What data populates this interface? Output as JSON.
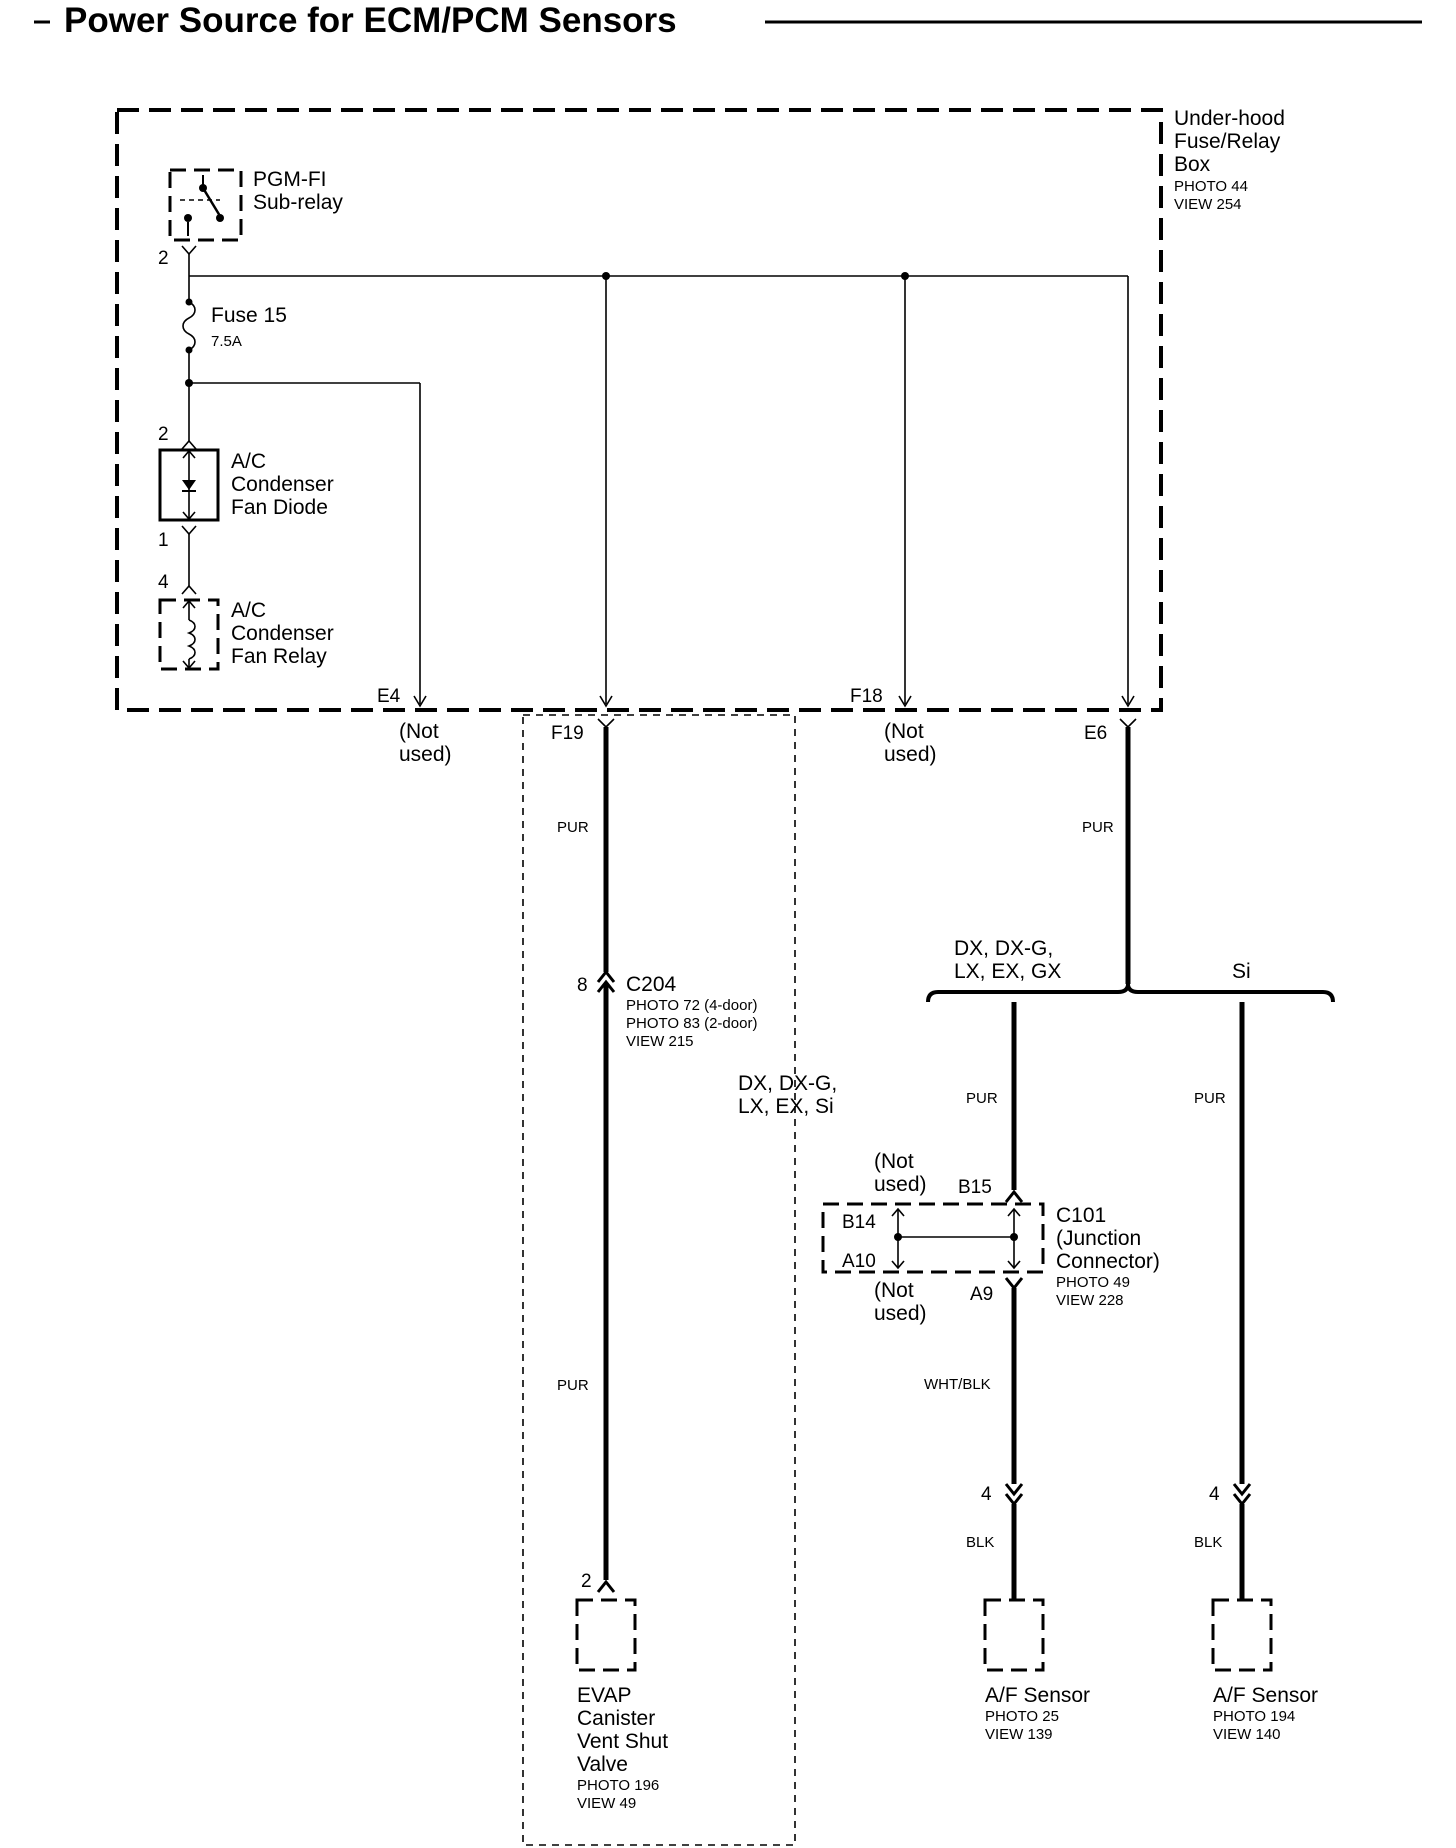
{
  "title": "Power Source for ECM/PCM Sensors",
  "fuse_box": {
    "name_lines": [
      "Under-hood",
      "Fuse/Relay",
      "Box"
    ],
    "photo": "PHOTO 44",
    "view": "VIEW 254"
  },
  "sub_relay": {
    "lines": [
      "PGM-FI",
      "Sub-relay"
    ],
    "pin": "2"
  },
  "fuse": {
    "name": "Fuse 15",
    "rating": "7.5A"
  },
  "diode": {
    "lines": [
      "A/C",
      "Condenser",
      "Fan Diode"
    ],
    "pin_top": "2",
    "pin_bottom": "1"
  },
  "fan_relay": {
    "lines": [
      "A/C",
      "Condenser",
      "Fan Relay"
    ],
    "pin": "4"
  },
  "terminals": {
    "e4": "E4",
    "f18": "F18",
    "f19": "F19",
    "e6": "E6"
  },
  "not_used_lines": [
    "(Not",
    "used)"
  ],
  "wires": {
    "f19_upper": "PUR",
    "f19_lower": "PUR",
    "e6": "PUR",
    "branch_left": "PUR",
    "branch_right": "PUR",
    "after_c101": "WHT/BLK",
    "sensor1": "BLK",
    "sensor2": "BLK"
  },
  "c204": {
    "pin": "8",
    "name": "C204",
    "photo_4door": "PHOTO 72 (4-door)",
    "photo_2door": "PHOTO 83 (2-door)",
    "view": "VIEW 215"
  },
  "variant_box": {
    "lines": [
      "DX, DX-G,",
      "LX, EX, Si"
    ]
  },
  "split": {
    "left_lines": [
      "DX, DX-G,",
      "LX, EX, GX"
    ],
    "right": "Si"
  },
  "c101": {
    "name_lines": [
      "C101",
      "(Junction",
      "Connector)"
    ],
    "photo": "PHOTO 49",
    "view": "VIEW 228",
    "pins": {
      "b15": "B15",
      "b14": "B14",
      "a10": "A10",
      "a9": "A9"
    }
  },
  "evap": {
    "pin": "2",
    "lines": [
      "EVAP",
      "Canister",
      "Vent Shut",
      "Valve"
    ],
    "photo": "PHOTO 196",
    "view": "VIEW 49"
  },
  "af_sensor_1": {
    "pin": "4",
    "name": "A/F Sensor",
    "photo": "PHOTO 25",
    "view": "VIEW 139"
  },
  "af_sensor_2": {
    "pin": "4",
    "name": "A/F Sensor",
    "photo": "PHOTO 194",
    "view": "VIEW 140"
  }
}
